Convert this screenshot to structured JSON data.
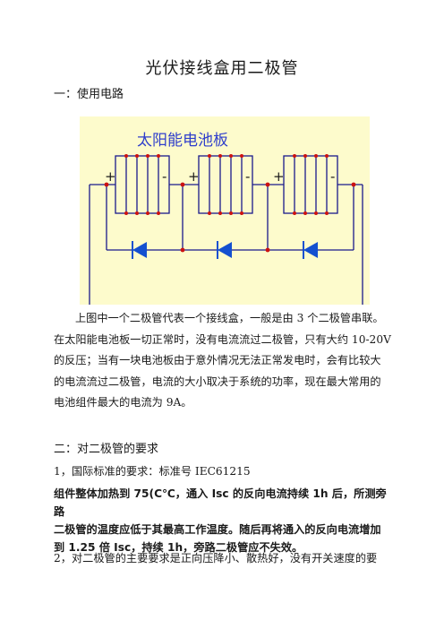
{
  "doc": {
    "title": "光伏接线盒用二极管",
    "section1": "一：使用电路",
    "diagram": {
      "panel_label": "太阳能电池板",
      "plus": "+",
      "minus": "-",
      "colors": {
        "background": "#fdfbcc",
        "panel_text": "#2f3ecb",
        "wire": "#1a1a8c",
        "diode": "#1450d0",
        "node": "#cc1111"
      }
    },
    "para1": [
      "上图中一个二极管代表一个接线盒，一般是由 3 个二极管串联。",
      "在太阳能电池板一切正常时，没有电流流过二极管，只有大约 10-20V",
      "的反压；当有一块电池板由于意外情况无法正常发电时，会有比较大",
      "的电流流过二极管，电流的大小取决于系统的功率，现在最大常用的",
      "电池组件最大的电流为 9A。"
    ],
    "section2": "二：对二极管的要求",
    "item1": "1，国际标准的要求：标准号 IEC61215",
    "bold": [
      "组件整体加热到 75(C℃，通入 Isc 的反向电流持续 1h 后，所测旁路",
      "二极管的温度应低于其最高工作温度。随后再将通入的反向电流增加",
      "到 1.25 倍 Isc，持续 1h，旁路二极管应不失效。"
    ],
    "item2": "2，对二极管的主要要求是正向压降小、散热好，没有开关速度的要"
  }
}
